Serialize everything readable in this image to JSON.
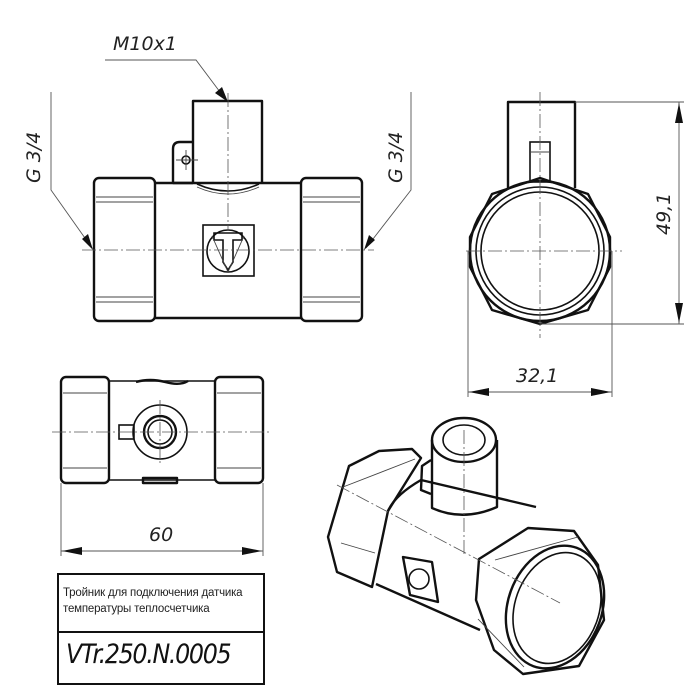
{
  "drawing": {
    "type": "engineering-drawing",
    "subject": "tee fitting for heat meter temperature sensor",
    "views": [
      "front-view",
      "side-view",
      "top-view",
      "isometric-view"
    ]
  },
  "annotations": {
    "thread_top": "M10x1",
    "thread_left": "G 3/4",
    "thread_right": "G 3/4",
    "dim_height": "49,1",
    "dim_width_side": "32,1",
    "dim_length": "60"
  },
  "title_block": {
    "description": "Тройник для подключения датчика температуры теплосчетчика",
    "description_line1": "Тройник для подключения датчика",
    "description_line2": "температуры теплосчетчика",
    "code": "VTr.250.N.0005"
  },
  "colors": {
    "line": "#111111",
    "dim_line": "#555555",
    "background": "#ffffff"
  }
}
